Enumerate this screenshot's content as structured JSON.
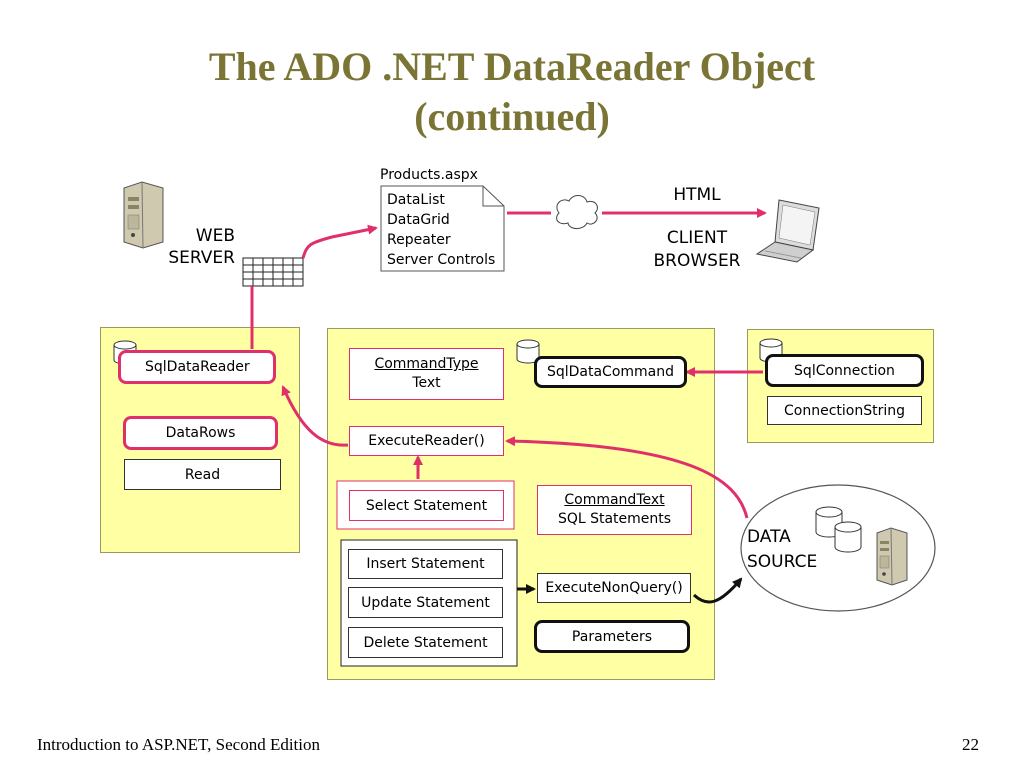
{
  "slide": {
    "title_line1": "The ADO .NET DataReader Object",
    "title_line2": "(continued)",
    "footer_left": "Introduction to ASP.NET, Second Edition",
    "footer_page": "22"
  },
  "diagram": {
    "web_server_label_1": "WEB",
    "web_server_label_2": "SERVER",
    "products_page": {
      "filename": "Products.aspx",
      "items": [
        "DataList",
        "DataGrid",
        "Repeater",
        "Server Controls"
      ]
    },
    "html_label": "HTML",
    "client_browser_1": "CLIENT",
    "client_browser_2": "BROWSER",
    "reader_panel": {
      "sqldatareader": "SqlDataReader",
      "datarows": "DataRows",
      "read": "Read"
    },
    "command_panel": {
      "commandtype_title": "CommandType",
      "commandtype_value": "Text",
      "sqldatacommand": "SqlDataCommand",
      "executereader": "ExecuteReader()",
      "select_statement": "Select Statement",
      "commandtext_title": "CommandText",
      "commandtext_value": "SQL Statements",
      "insert_statement": "Insert Statement",
      "update_statement": "Update Statement",
      "delete_statement": "Delete Statement",
      "executenonquery": "ExecuteNonQuery()",
      "parameters": "Parameters"
    },
    "connection_panel": {
      "sqlconnection": "SqlConnection",
      "connectionstring": "ConnectionString"
    },
    "data_source_1": "DATA",
    "data_source_2": "SOURCE"
  },
  "colors": {
    "title": "#7a7535",
    "panel_fill": "#ffffa3",
    "accent_pink": "#e0306a",
    "text": "#000000"
  }
}
